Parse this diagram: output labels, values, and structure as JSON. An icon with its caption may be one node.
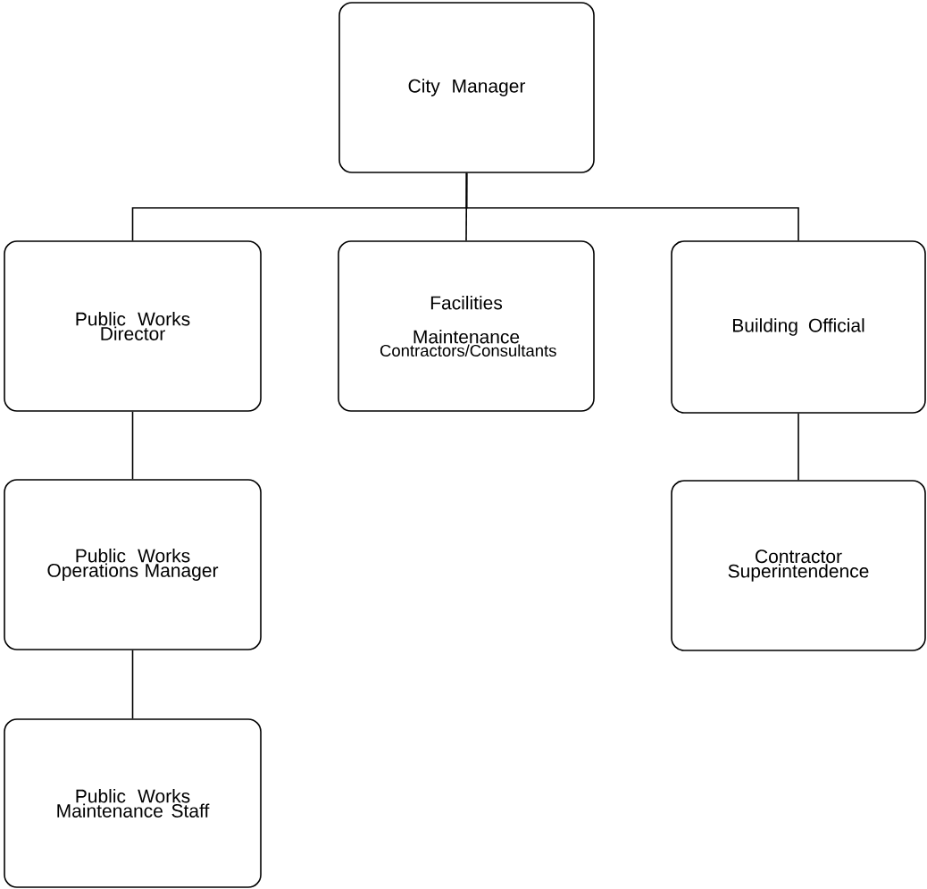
{
  "diagram": {
    "nodes": [
      {
        "text": [
          "City Manager"
        ]
      },
      {
        "text": [
          "Public Works Director"
        ]
      },
      {
        "text": [
          "Facilities Maintenance",
          "Contractors/Consultants"
        ]
      },
      {
        "text": [
          "Building Official"
        ]
      },
      {
        "text": [
          "Public Works Operations Manager"
        ]
      },
      {
        "text": [
          "Contractor Superintendence"
        ]
      },
      {
        "text": [
          "Public Works Maintenance Staff"
        ]
      }
    ],
    "edges": [
      {
        "from": 0,
        "to": 1,
        "arrow": "none"
      },
      {
        "from": 0,
        "to": 2,
        "arrow": "none"
      },
      {
        "from": 0,
        "to": 3,
        "arrow": "none"
      },
      {
        "from": 1,
        "to": 4,
        "arrow": "none"
      },
      {
        "from": 4,
        "to": 6,
        "arrow": "none"
      },
      {
        "from": 3,
        "to": 5,
        "arrow": "none"
      }
    ]
  }
}
